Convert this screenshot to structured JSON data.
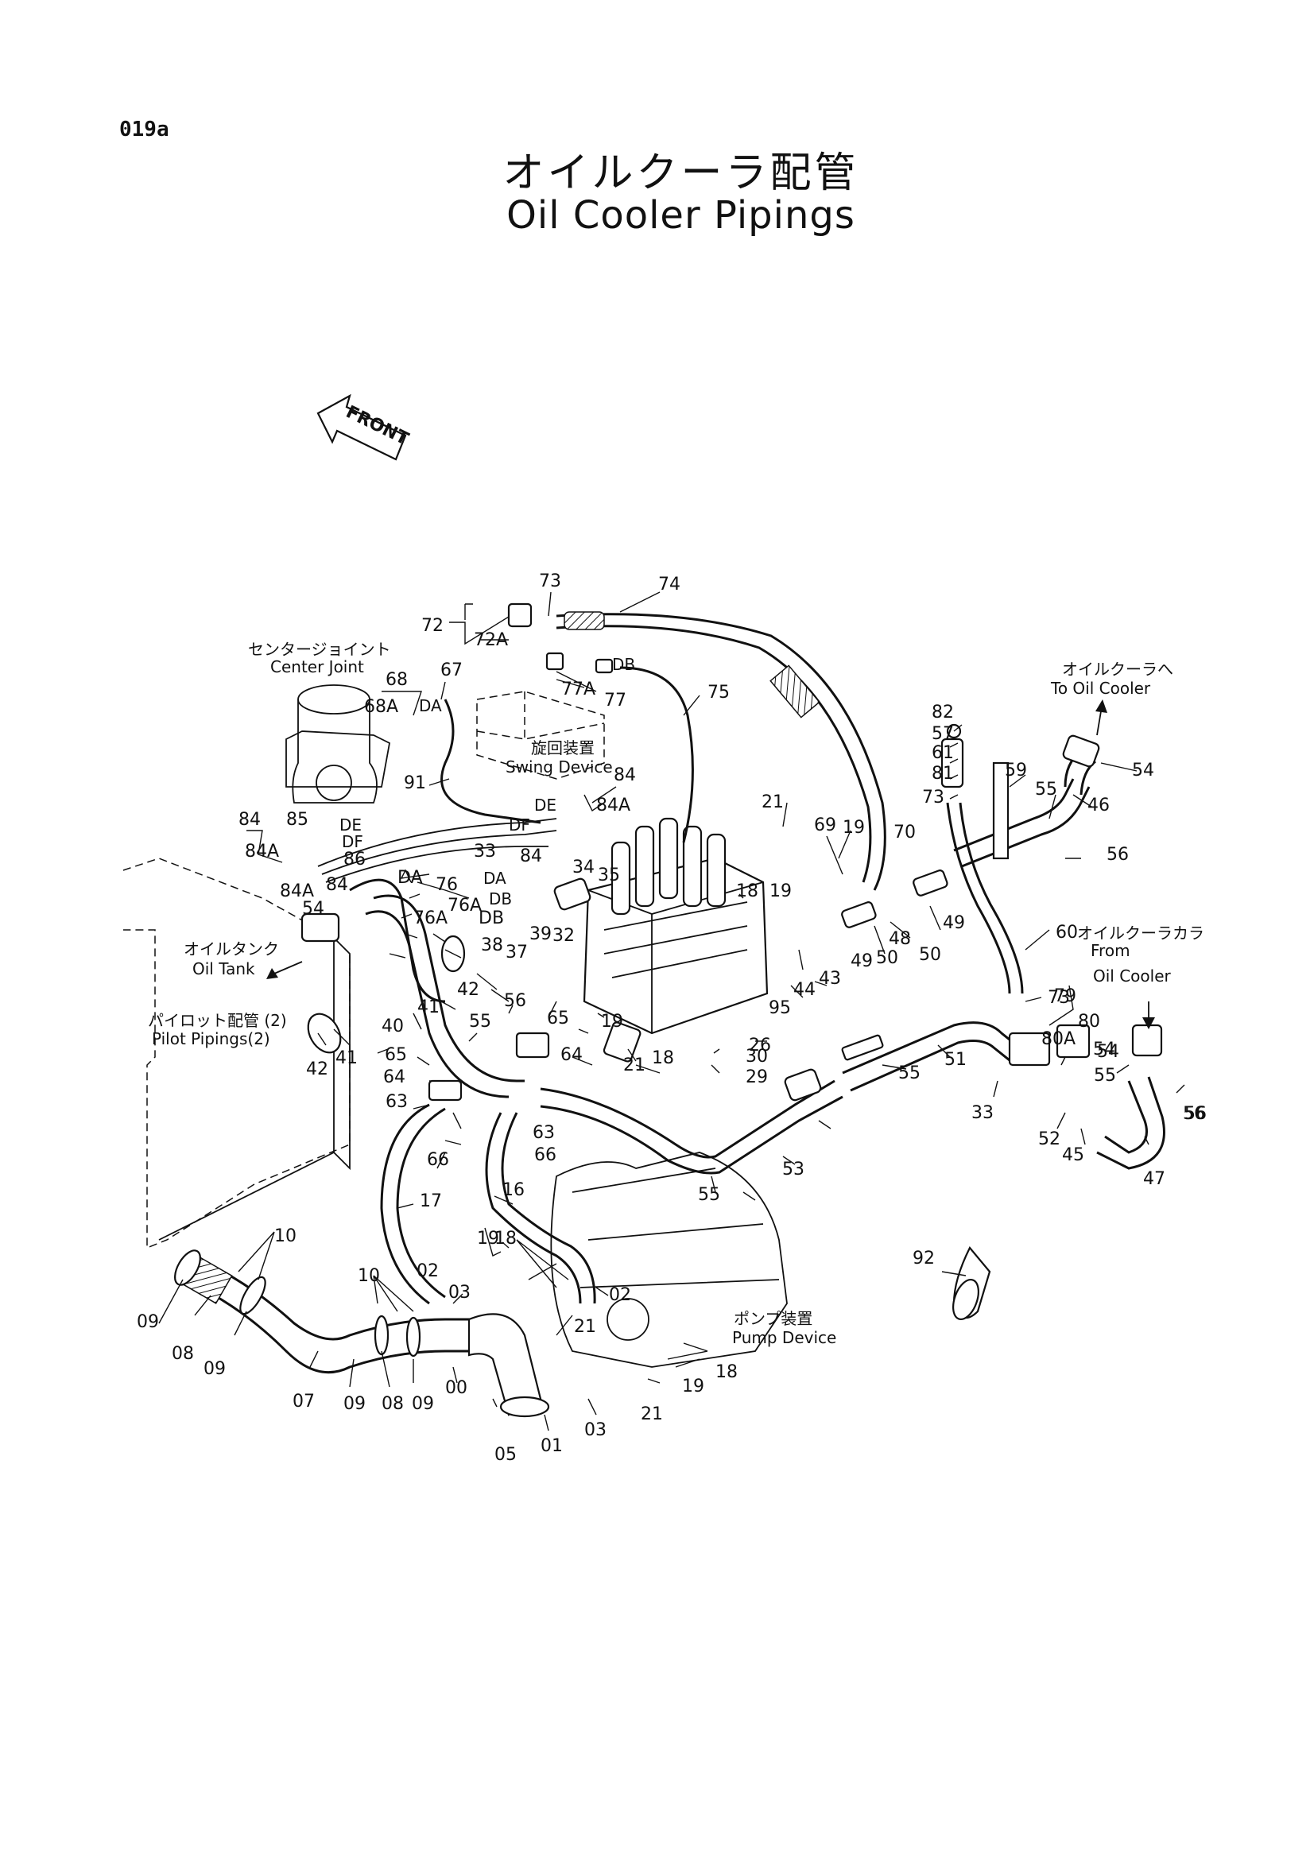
{
  "page_id": "019a",
  "title_jp": "オイルクーラ配管",
  "title_en": "Oil Cooler Pipings",
  "front_label": "FRONT",
  "notes": {
    "center_joint_jp": "センタージョイント",
    "center_joint_en": "Center Joint",
    "swing_device_jp": "旋回装置",
    "swing_device_en": "Swing Device",
    "to_oil_cooler_jp": "オイルクーラへ",
    "to_oil_cooler_en": "To Oil Cooler",
    "from_oil_cooler_jp": "オイルクーラカラ",
    "from_oil_cooler_en1": "From",
    "from_oil_cooler_en2": "Oil Cooler",
    "oil_tank_jp": "オイルタンク",
    "oil_tank_en": "Oil Tank",
    "pilot_pipings_jp": "パイロット配管 (2)",
    "pilot_pipings_en": "Pilot Pipings(2)",
    "pump_device_jp": "ポンプ装置",
    "pump_device_en": "Pump Device",
    "port_de": "DE",
    "port_df": "DF",
    "port_da": "DA",
    "port_db": "DB"
  },
  "part_labels": [
    "73",
    "74",
    "72",
    "72A",
    "77A",
    "77",
    "75",
    "68",
    "68A",
    "67",
    "91",
    "84",
    "84A",
    "85",
    "86",
    "84A",
    "84",
    "84",
    "84A",
    "33",
    "84",
    "34",
    "35",
    "76",
    "76A",
    "DA",
    "DB",
    "76A",
    "54",
    "38",
    "37",
    "39",
    "32",
    "42",
    "41",
    "40",
    "42",
    "41",
    "21",
    "69",
    "19",
    "19",
    "70",
    "18",
    "82",
    "57",
    "61",
    "81",
    "73",
    "59",
    "55",
    "54",
    "46",
    "56",
    "60",
    "49",
    "48",
    "50",
    "49",
    "50",
    "44",
    "43",
    "95",
    "79",
    "73",
    "80",
    "80A",
    "65",
    "56",
    "65",
    "19",
    "64",
    "55",
    "30",
    "29",
    "26",
    "18",
    "21",
    "64",
    "63",
    "63",
    "66",
    "66",
    "55",
    "51",
    "33",
    "54",
    "55",
    "52",
    "45",
    "56",
    "47",
    "54",
    "56",
    "53",
    "55",
    "17",
    "16",
    "10",
    "10",
    "09",
    "08",
    "09",
    "07",
    "09",
    "08",
    "09",
    "00",
    "05",
    "01",
    "03",
    "02",
    "02",
    "19",
    "18",
    "03",
    "21",
    "19",
    "18",
    "21",
    "92"
  ]
}
